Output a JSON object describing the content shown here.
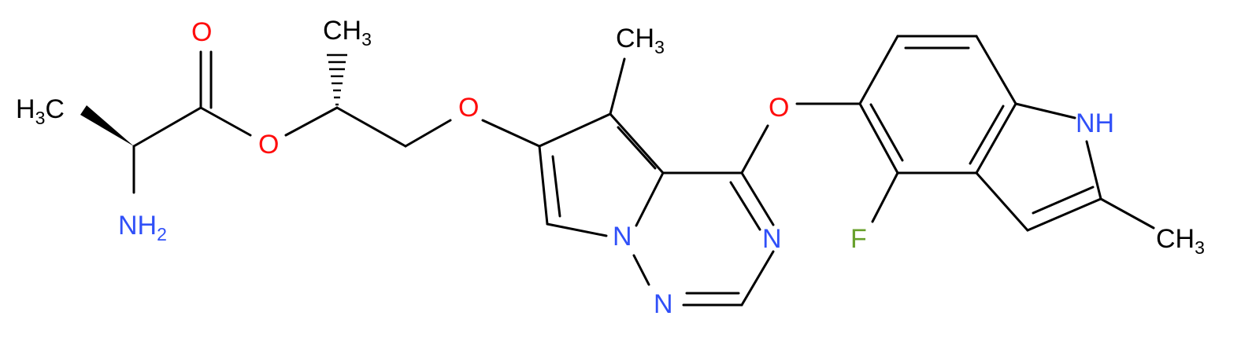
{
  "colors": {
    "carbon": "#000000",
    "oxygen": "#FF0D0D",
    "nitrogen": "#3050F8",
    "fluorine": "#68A02C"
  },
  "atoms": {
    "methyl_alanine": {
      "text": "H",
      "sub": "3",
      "tail": "C"
    },
    "amine": {
      "text": "NH",
      "sub": "2"
    },
    "carbonyl_o": {
      "text": "O"
    },
    "ester_o": {
      "text": "O"
    },
    "methyl_chiral": {
      "text": "CH",
      "sub": "3"
    },
    "ether_o1": {
      "text": "O"
    },
    "methyl_ring": {
      "text": "CH",
      "sub": "3"
    },
    "ether_o2": {
      "text": "O"
    },
    "n_bridge": {
      "text": "N"
    },
    "n_ring1": {
      "text": "N"
    },
    "n_ring2": {
      "text": "N"
    },
    "fluoro": {
      "text": "F"
    },
    "indole_nh": {
      "text": "NH"
    },
    "methyl_indole": {
      "text": "CH",
      "sub": "3"
    }
  }
}
